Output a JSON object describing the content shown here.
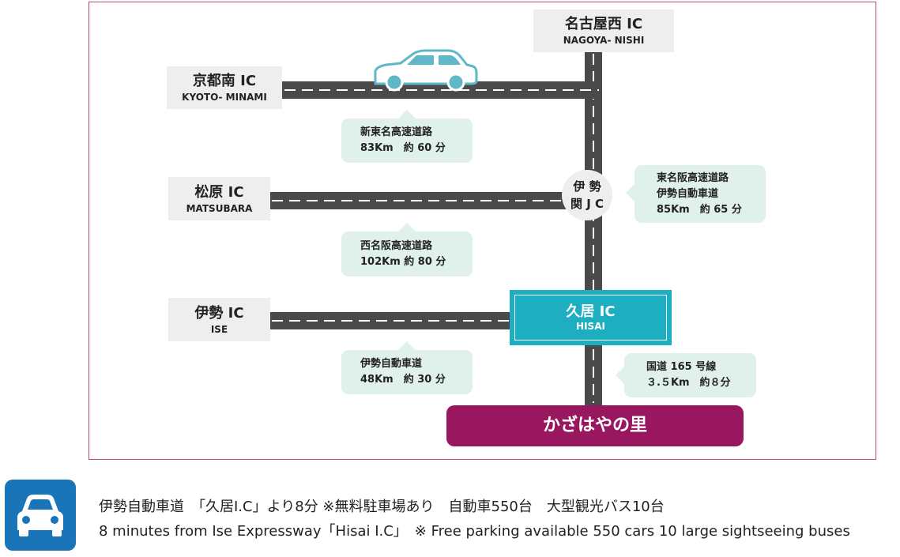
{
  "colors": {
    "frame": "#b5487f",
    "road": "#4a4a4a",
    "ic_box": "#eeeeee",
    "bubble": "#dff1ea",
    "hisai": "#1eaec2",
    "destination": "#99175f",
    "car_icon_bg": "#1a74b8"
  },
  "interchanges": {
    "nagoya_nishi": {
      "jp": "名古屋西 IC",
      "en": "NAGOYA- NISHI"
    },
    "kyoto_minami": {
      "jp": "京都南 IC",
      "en": "KYOTO- MINAMI"
    },
    "matsubara": {
      "jp": "松原 IC",
      "en": "MATSUBARA"
    },
    "ise": {
      "jp": "伊勢 IC",
      "en": "ISE"
    },
    "hisai": {
      "jp": "久居 IC",
      "en": "HISAI"
    }
  },
  "junction": {
    "line1": "伊 勢",
    "line2": "関 J C"
  },
  "routes": {
    "kyoto": {
      "name": "新東名高速道路",
      "detail": "83Km　約 60 分"
    },
    "matsubara": {
      "name": "西名阪高速道路",
      "detail": "102Km 約 80 分"
    },
    "ise": {
      "name": "伊勢自動車道",
      "detail": "48Km　約 30 分"
    },
    "nagoya": {
      "name1": "東名阪高速道路",
      "name2": "伊勢自動車道",
      "detail": "85Km　約 65 分"
    },
    "national": {
      "name": "国道 165 号線",
      "detail": "３.５Km　約８分"
    }
  },
  "destination": "かざはやの里",
  "footer": {
    "line_jp": "伊勢自動車道　「久居I.C」より8分 ※無料駐車場あり　自動車550台　大型観光バス10台",
    "line_en": "8 minutes from Ise Expressway「Hisai I.C」　※ Free parking available 550 cars 10 large sightseeing buses"
  },
  "icons": {
    "map_car": "car-illustration-icon",
    "footer_car": "car-front-icon"
  }
}
